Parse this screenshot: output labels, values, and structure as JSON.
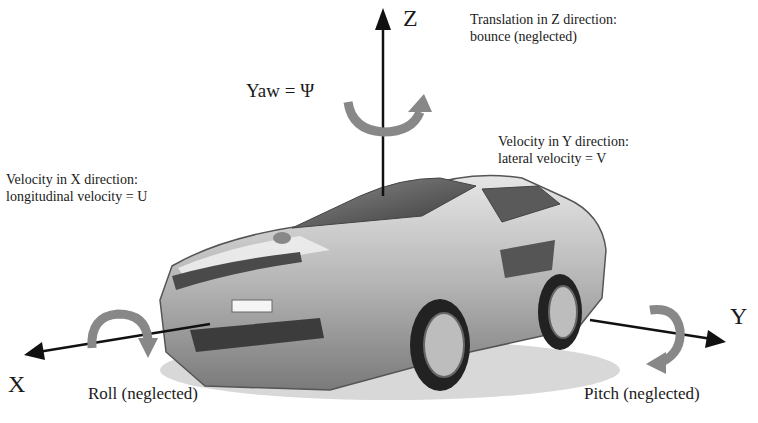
{
  "diagram": {
    "labels": [
      "Z",
      "Translation in Z direction: bounce (neglected)",
      "Yaw = Ψ",
      "Velocity in Y direction: lateral velocity = V",
      "Velocity in X direction: longitudinal velocity = U",
      "Y",
      "X",
      "Roll (neglected)",
      "Pitch (neglected)"
    ]
  }
}
